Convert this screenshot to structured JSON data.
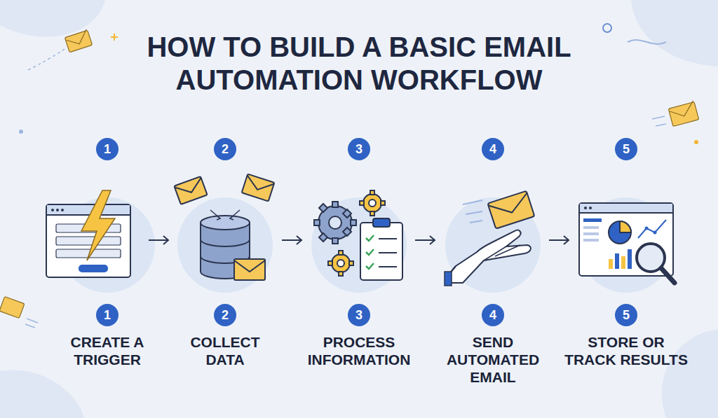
{
  "diagram": {
    "title": "HOW TO BUILD A BASIC EMAIL AUTOMATION WORKFLOW",
    "nodes": [
      {
        "text": [
          "1"
        ]
      },
      {
        "text": [
          "2"
        ]
      },
      {
        "text": [
          "3"
        ]
      },
      {
        "text": [
          "4"
        ]
      },
      {
        "text": [
          "5"
        ]
      },
      {
        "text": [
          "1",
          "CREATE A TRIGGER"
        ]
      },
      {
        "text": [
          "2",
          "COLLECT DATA"
        ]
      },
      {
        "text": [
          "3",
          "PROCESS INFORMATION"
        ]
      },
      {
        "text": [
          "4",
          "SEND AUTOMATED EMAIL"
        ]
      },
      {
        "text": [
          "5",
          "STORE OR TRACK RESULTS"
        ]
      }
    ]
  }
}
